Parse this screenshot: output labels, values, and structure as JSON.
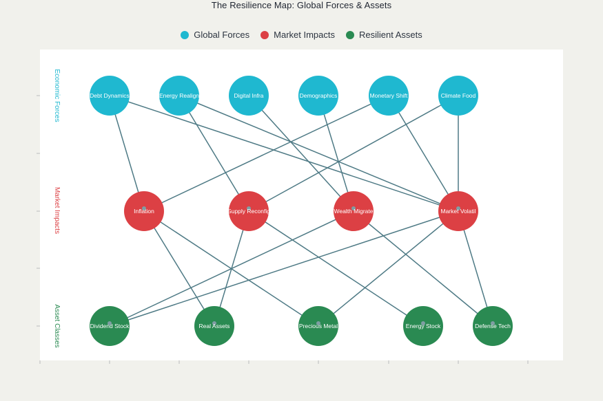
{
  "title": "The Resilience Map: Global Forces & Assets",
  "legend": [
    {
      "label": "Global Forces",
      "color": "#1fb8d0"
    },
    {
      "label": "Market Impacts",
      "color": "#dc4044"
    },
    {
      "label": "Resilient Assets",
      "color": "#2a8a52"
    }
  ],
  "row_labels": {
    "top": "Economic Forces",
    "middle": "Market Impacts",
    "bottom": "Asset Classes"
  },
  "colors": {
    "forces": "#1fb8d0",
    "impacts": "#dc4044",
    "assets": "#2a8a52",
    "edge": "#4e7a85"
  },
  "nodes": {
    "forces": [
      "Debt Dynamics",
      "Energy Realign",
      "Digital Infra",
      "Demographics",
      "Monetary Shift",
      "Climate Food"
    ],
    "impacts": [
      "Inflation",
      "Supply Reconfig",
      "Wealth Migrate",
      "Market Volatil"
    ],
    "assets": [
      "Dividend Stock",
      "Real Assets",
      "Precious Metal",
      "Energy Stock",
      "Defense Tech"
    ]
  },
  "edges": [
    [
      "forces",
      0,
      "impacts",
      0
    ],
    [
      "forces",
      0,
      "impacts",
      3
    ],
    [
      "forces",
      1,
      "impacts",
      1
    ],
    [
      "forces",
      1,
      "impacts",
      3
    ],
    [
      "forces",
      2,
      "impacts",
      2
    ],
    [
      "forces",
      3,
      "impacts",
      2
    ],
    [
      "forces",
      4,
      "impacts",
      0
    ],
    [
      "forces",
      4,
      "impacts",
      3
    ],
    [
      "forces",
      5,
      "impacts",
      1
    ],
    [
      "forces",
      5,
      "impacts",
      3
    ],
    [
      "impacts",
      0,
      "assets",
      1
    ],
    [
      "impacts",
      0,
      "assets",
      2
    ],
    [
      "impacts",
      1,
      "assets",
      1
    ],
    [
      "impacts",
      1,
      "assets",
      3
    ],
    [
      "impacts",
      2,
      "assets",
      0
    ],
    [
      "impacts",
      2,
      "assets",
      4
    ],
    [
      "impacts",
      3,
      "assets",
      0
    ],
    [
      "impacts",
      3,
      "assets",
      2
    ],
    [
      "impacts",
      3,
      "assets",
      4
    ]
  ]
}
